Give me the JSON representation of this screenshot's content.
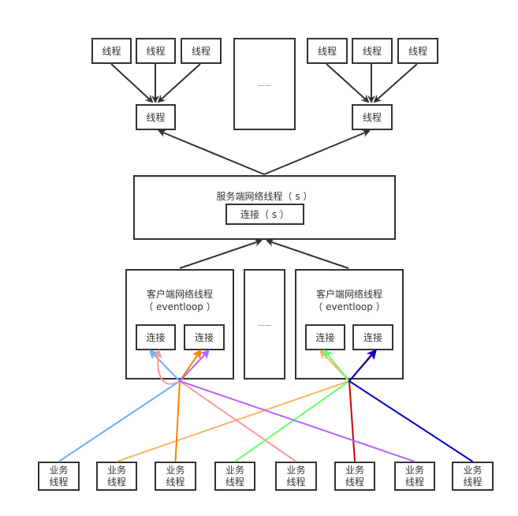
{
  "top_groups": [
    {
      "workers": [
        "线程",
        "线程",
        "线程"
      ],
      "aggregator": "线程"
    },
    {
      "workers": [
        "线程",
        "线程",
        "线程"
      ],
      "aggregator": "线程"
    }
  ],
  "top_ellipsis": "......",
  "server": {
    "title": "服务端网络线程（ s ）",
    "connection": "连接（ s ）"
  },
  "clients": [
    {
      "title_line1": "客户端网络线程",
      "title_line2": "（ eventloop ）",
      "connections": [
        "连接",
        "连接"
      ]
    },
    {
      "title_line1": "客户端网络线程",
      "title_line2": "（ eventloop ）",
      "connections": [
        "连接",
        "连接"
      ]
    }
  ],
  "client_ellipsis": "......",
  "business_threads": [
    {
      "line1": "业务",
      "line2": "线程",
      "color": "#66b2ff",
      "target": "client0-conn0"
    },
    {
      "line1": "业务",
      "line2": "线程",
      "color": "#ffb366",
      "target": "client1-conn0"
    },
    {
      "line1": "业务",
      "line2": "线程",
      "color": "#ff8000",
      "target": "client0-conn1"
    },
    {
      "line1": "业务",
      "line2": "线程",
      "color": "#66ff66",
      "target": "client1-conn0"
    },
    {
      "line1": "业务",
      "line2": "线程",
      "color": "#ff9999",
      "target": "client0-conn0"
    },
    {
      "line1": "业务",
      "line2": "线程",
      "color": "#cc0000",
      "target": "client1-conn1"
    },
    {
      "line1": "业务",
      "line2": "线程",
      "color": "#b266ff",
      "target": "client0-conn1"
    },
    {
      "line1": "业务",
      "line2": "线程",
      "color": "#0000cc",
      "target": "client1-conn1"
    }
  ],
  "colors": {
    "stroke": "#333333",
    "background": "#ffffff"
  }
}
